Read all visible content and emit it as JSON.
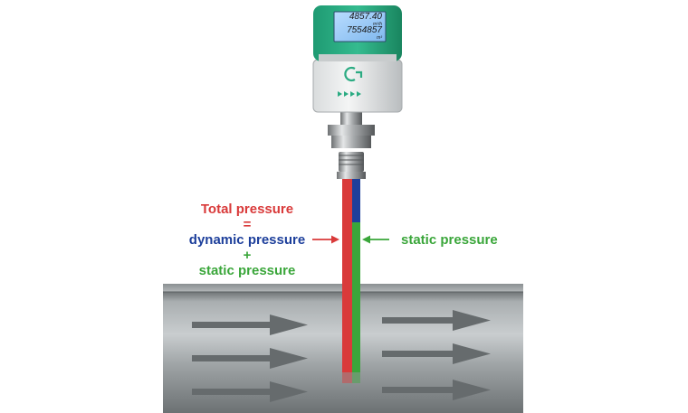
{
  "labels": {
    "total": "Total pressure",
    "equals": "=",
    "dynamic": "dynamic pressure",
    "plus": "+",
    "static_left": "static pressure",
    "static_right": "static pressure"
  },
  "display": {
    "line1": "4857.40",
    "unit1": "m³/h",
    "line2": "7554857",
    "unit2": "m³"
  },
  "colors": {
    "total": "#d93a3a",
    "dynamic": "#1d3f9b",
    "static": "#3aa63a",
    "housing": "#2bab82",
    "pipe": "#8f9496"
  }
}
